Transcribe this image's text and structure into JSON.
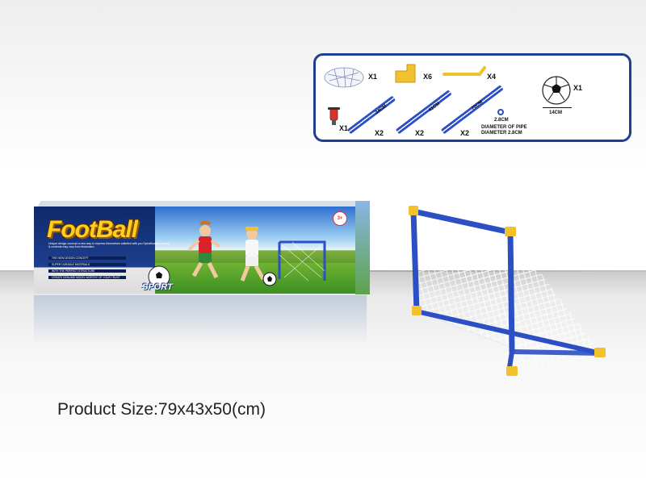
{
  "parts": {
    "net_qty": "X1",
    "connector_qty": "X6",
    "hook_qty": "X4",
    "pump_qty": "X1",
    "pipe_34_label": "34CM",
    "pipe_34_qty": "X2",
    "pipe_41_label": "41CM",
    "pipe_41_qty": "X2",
    "pipe_70_label": "70CM",
    "pipe_70_qty": "X2",
    "pipe_section_size": "2.8CM",
    "pipe_diameter_line1": "DIAMETER OF PIPE",
    "pipe_diameter_line2": "DIAMETER  2.8CM",
    "ball_qty": "X1",
    "ball_size": "14CM"
  },
  "box": {
    "brand": "FootBall",
    "tagline": "Unique design concept a new way to express themselves satisfied with you Specifications,colors & contents may vary from illustration.",
    "bullets": [
      "THE NEW DESIGN CONCEPT",
      "SUPER DURABLE MATERIALS",
      "WITH THE PERFECT STRUCTURE",
      "CREATE GENUINE MODEL WORTHY OF YOUR TRUST"
    ],
    "sport": "SPORT",
    "age": "3+"
  },
  "product_size": "Product Size:79x43x50(cm)",
  "colors": {
    "frame_blue": "#2d4fc4",
    "connector_yellow": "#f2c12e",
    "panel_border": "#1e3f8f",
    "net_white": "#ffffff"
  }
}
